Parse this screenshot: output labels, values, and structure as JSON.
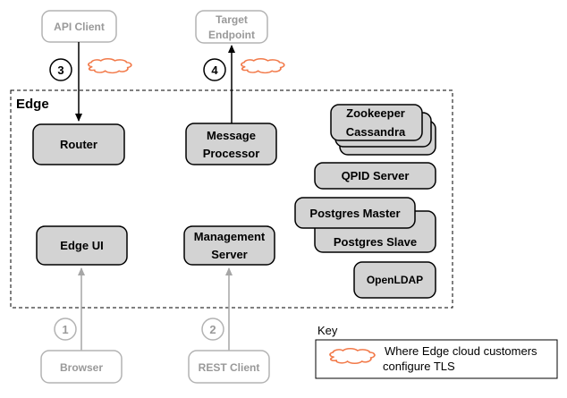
{
  "edge_label": "Edge",
  "nodes": {
    "router": "Router",
    "message_processor": [
      "Message",
      "Processor"
    ],
    "zookeeper": "Zookeeper",
    "cassandra": "Cassandra",
    "qpid_server": "QPID Server",
    "postgres_master": "Postgres Master",
    "postgres_slave": "Postgres Slave",
    "edge_ui": "Edge UI",
    "management_server": [
      "Management",
      "Server"
    ],
    "openldap": "OpenLDAP"
  },
  "external": {
    "api_client": "API Client",
    "target_endpoint": [
      "Target",
      "Endpoint"
    ],
    "browser": "Browser",
    "rest_client": "REST Client"
  },
  "badges": {
    "one": "1",
    "two": "2",
    "three": "3",
    "four": "4"
  },
  "key": {
    "title": "Key",
    "description": [
      "Where Edge cloud customers",
      "configure TLS"
    ]
  },
  "colors": {
    "node_fill": "#d3d3d3",
    "external_stroke": "#b3b3b3",
    "tls_cloud_stroke": "#f27a4a"
  },
  "icons": [
    "tls-cloud-icon"
  ]
}
